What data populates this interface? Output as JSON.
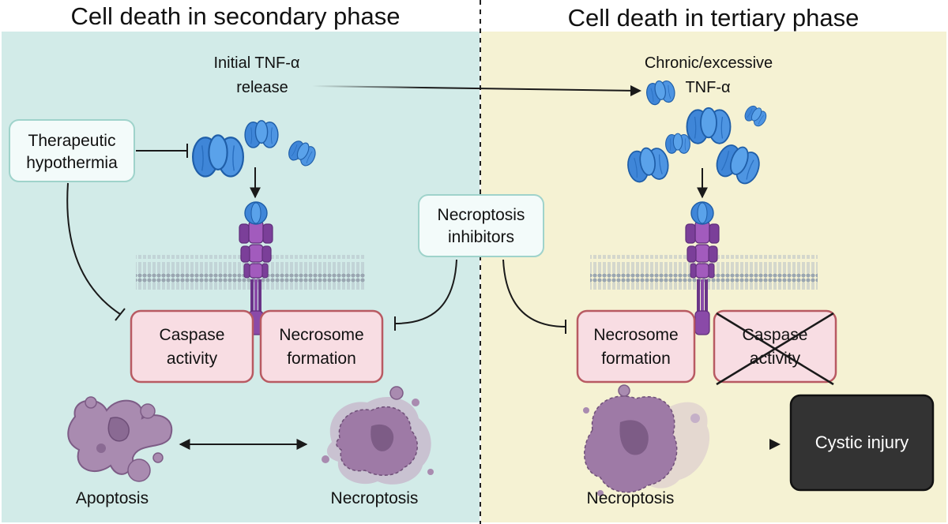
{
  "titles": {
    "secondary": "Cell death in secondary phase",
    "tertiary": "Cell death in tertiary phase"
  },
  "left": {
    "tnf_line1": "Initial TNF-α",
    "tnf_line2": "release",
    "hypothermia_line1": "Therapeutic",
    "hypothermia_line2": "hypothermia",
    "caspase_line1": "Caspase",
    "caspase_line2": "activity",
    "necrosome_line1": "Necrosome",
    "necrosome_line2": "formation",
    "apoptosis": "Apoptosis",
    "necroptosis": "Necroptosis"
  },
  "middle": {
    "inhibitors_line1": "Necroptosis",
    "inhibitors_line2": "inhibitors"
  },
  "right": {
    "tnf_line1": "Chronic/excessive",
    "tnf_line2": "TNF-α",
    "necrosome_line1": "Necrosome",
    "necrosome_line2": "formation",
    "caspase_line1": "Caspase",
    "caspase_line2": "activity",
    "necroptosis": "Necroptosis",
    "cystic": "Cystic injury"
  },
  "colors": {
    "left_panel": "#d2ebe8",
    "right_panel": "#f5f2d3",
    "tnf_blue": "#3f86d8",
    "receptor_purple": "#7b3f99",
    "box_fill": "#f8dde3",
    "box_stroke": "#b85a62",
    "cell_purple": "#9e7aa6",
    "cystic_fill": "#333333"
  }
}
